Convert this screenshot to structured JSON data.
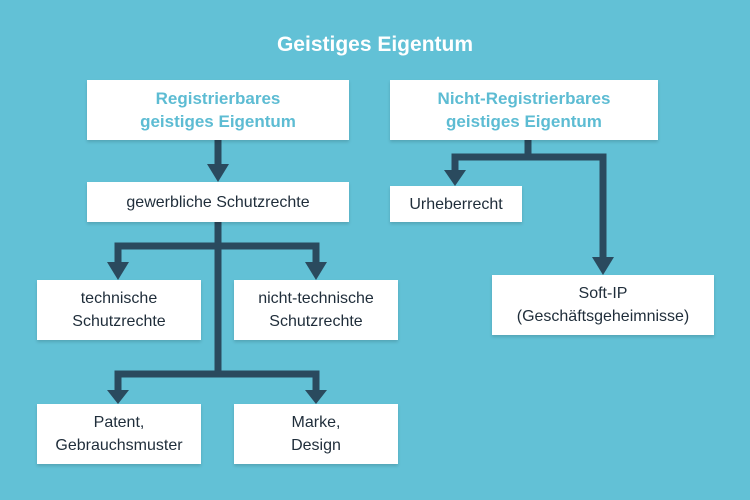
{
  "diagram": {
    "title": "Geistiges Eigentum",
    "colors": {
      "background": "#62c1d6",
      "box": "#ffffff",
      "arrow": "#2a4a5e",
      "heading_text": "#5dbcd3",
      "body_text": "#1f2d3a"
    },
    "nodes": {
      "registered": "Registrierbares\ngeistiges Eigentum",
      "non_registered": "Nicht-Registrierbares\ngeistiges Eigentum",
      "commercial": "gewerbliche Schutzrechte",
      "copyright": "Urheberrecht",
      "technical": "technische\nSchutzrechte",
      "non_technical": "nicht-technische\nSchutzrechte",
      "soft_ip": "Soft-IP\n(Geschäftsgeheimnisse)",
      "patent": "Patent,\nGebrauchsmuster",
      "trademark": "Marke,\nDesign"
    }
  }
}
